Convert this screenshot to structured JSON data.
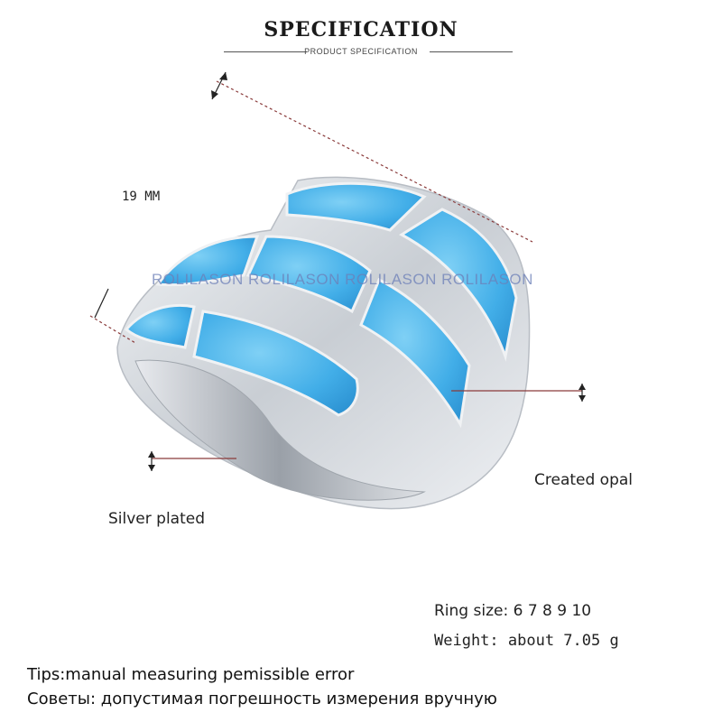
{
  "header": {
    "title": "SPECIFICATION",
    "subtitle": "PRODUCT SPECIFICATION"
  },
  "dimension": {
    "label": "19 MM"
  },
  "watermark": {
    "text": "ROLILASON  ROLILASON  ROLILASON ROLILASON"
  },
  "callouts": {
    "opal": "Created opal",
    "silver": "Silver plated"
  },
  "specs": {
    "ring_size": "Ring size: 6 7 8 9 10",
    "weight": "Weight: about  7.05 g"
  },
  "tips": {
    "en": "Tips:manual measuring pemissible error",
    "ru": "Советы: допустимая погрешность измерения вручную"
  },
  "colors": {
    "opal": "#4fb6ea",
    "opal_dark": "#2a8fd0",
    "silver": "#d9dde2",
    "accent_line": "#8a3b3b"
  }
}
